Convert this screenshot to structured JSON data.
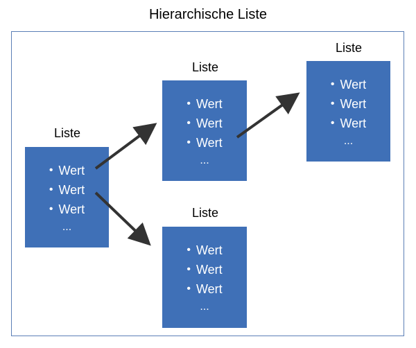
{
  "title": "Hierarchische Liste",
  "lists": [
    {
      "id": "root",
      "caption": "Liste",
      "items": [
        "Wert",
        "Wert",
        "Wert"
      ],
      "more": "..."
    },
    {
      "id": "child-top",
      "caption": "Liste",
      "items": [
        "Wert",
        "Wert",
        "Wert"
      ],
      "more": "..."
    },
    {
      "id": "child-bottom",
      "caption": "Liste",
      "items": [
        "Wert",
        "Wert",
        "Wert"
      ],
      "more": "..."
    },
    {
      "id": "grandchild",
      "caption": "Liste",
      "items": [
        "Wert",
        "Wert",
        "Wert"
      ],
      "more": "..."
    }
  ],
  "colors": {
    "box": "#3f70b7",
    "box_text": "#ffffff",
    "frame": "#5b7fb6",
    "arrow": "#333333"
  }
}
